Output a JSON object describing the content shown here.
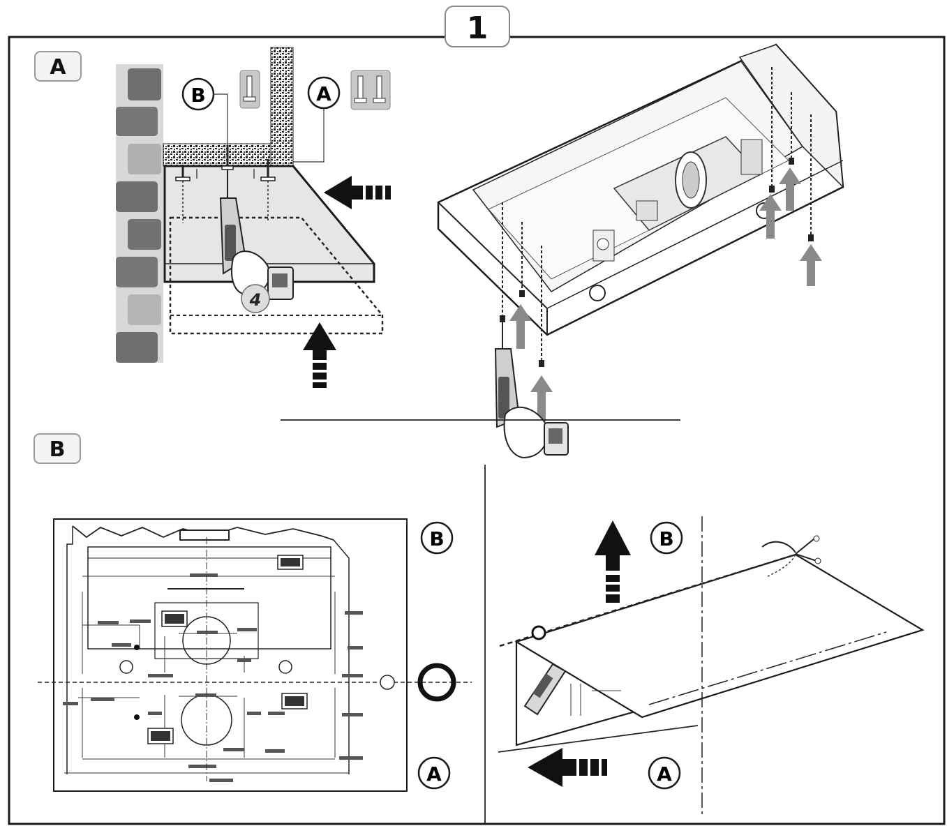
{
  "step": {
    "number": "1"
  },
  "sections": {
    "a": {
      "label": "A"
    },
    "b": {
      "label": "B"
    }
  },
  "callouts": {
    "a": "A",
    "b": "B"
  },
  "tool": {
    "setting": "4"
  },
  "colors": {
    "line": "#1a1a1a",
    "gray_arrow": "#8a8a8a",
    "brick_dark": "#6f6f6f",
    "brick_light": "#b4b4b4",
    "panel_fill": "#e6e6e6",
    "tag_fill": "#c8c8c8"
  },
  "icons": [
    "drill-icon",
    "screw-icon",
    "double-screw-icon",
    "up-arrow-icon",
    "left-arrow-icon",
    "ring-icon"
  ]
}
